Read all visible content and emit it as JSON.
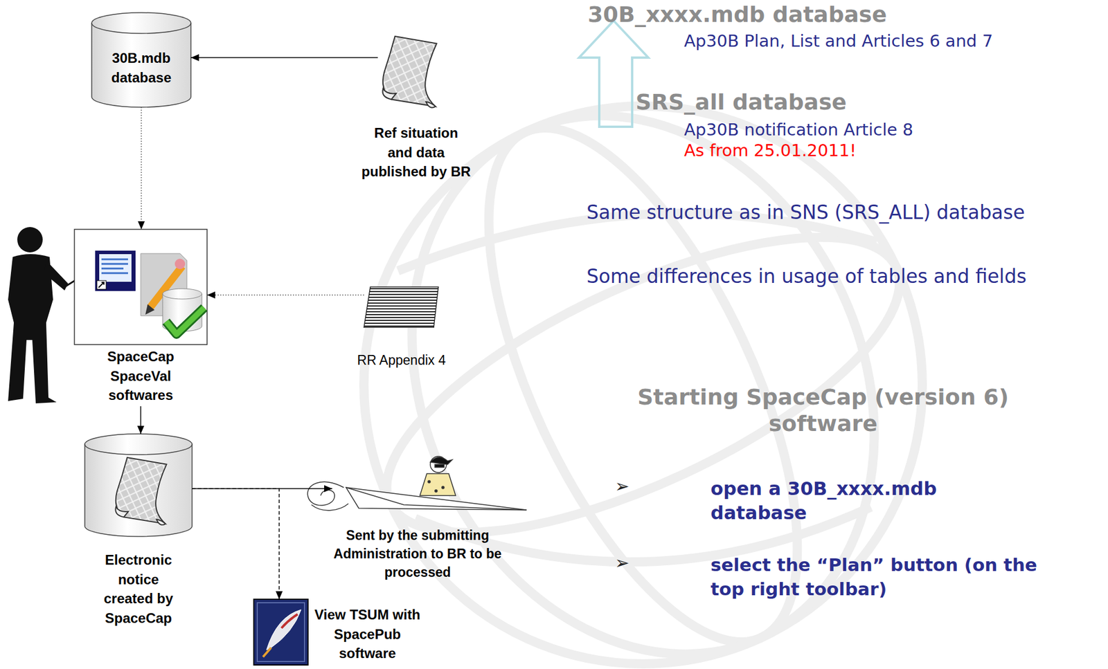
{
  "diagram": {
    "nodes": [
      {
        "text": [
          "30B.mdb database"
        ]
      },
      {
        "text": [
          "Ref situation and data published by BR"
        ]
      },
      {
        "text": [
          "SpaceCap SpaceVal softwares"
        ]
      },
      {
        "text": [
          "RR Appendix 4"
        ]
      },
      {
        "text": [
          "Electronic notice created by SpaceCap"
        ]
      },
      {
        "text": [
          "Sent by the submitting Administration to BR to be processed"
        ]
      },
      {
        "text": [
          "View TSUM with SpacePub software"
        ]
      }
    ],
    "edges": [
      {
        "from": 1,
        "to": 0,
        "arrow": "to"
      },
      {
        "from": 0,
        "to": 2,
        "arrow": "to"
      },
      {
        "from": 3,
        "to": 2,
        "arrow": "to"
      },
      {
        "from": 2,
        "to": 4,
        "arrow": "to"
      },
      {
        "from": 4,
        "to": 5,
        "arrow": "to"
      },
      {
        "from": 4,
        "to": 6,
        "arrow": "to"
      }
    ],
    "labels": [
      "30B_xxxx.mdb database",
      "Ap30B Plan, List and Articles 6 and 7",
      "SRS_all database",
      "Ap30B notification Article 8",
      "As from 25.01.2011!",
      "Same structure as in SNS (SRS_ALL) database",
      "Some differences in usage of tables and fields",
      "Starting SpaceCap (version 6) software",
      "➢",
      "open a 30B_xxxx.mdb database",
      "➢",
      "select the “Plan” button (on the top right toolbar)"
    ]
  }
}
